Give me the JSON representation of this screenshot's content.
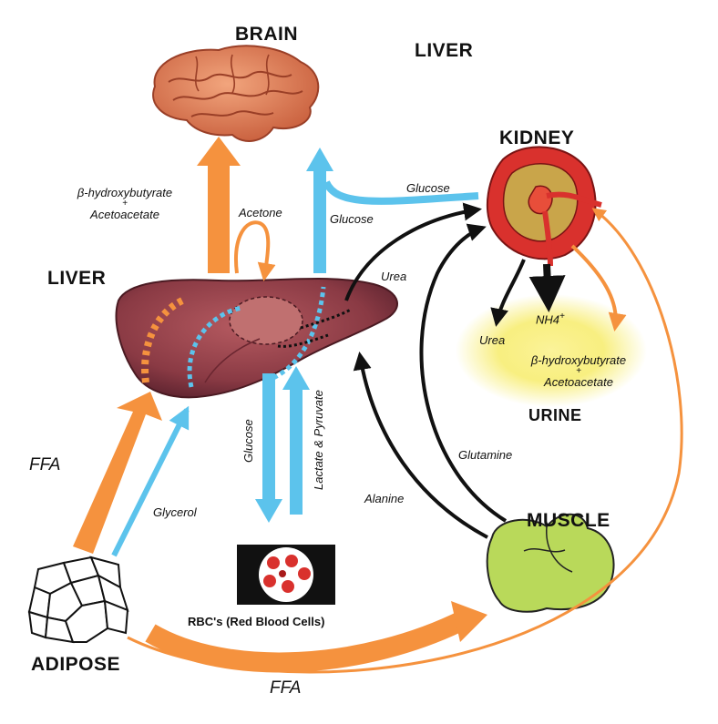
{
  "organs": {
    "brain": "BRAIN",
    "liver_top": "LIVER",
    "kidney": "KIDNEY",
    "liver": "LIVER",
    "urine": "URINE",
    "muscle": "MUSCLE",
    "adipose": "ADIPOSE",
    "rbc": "RBC's (Red Blood Cells)"
  },
  "flows": {
    "ketones_line1": "β-hydroxybutyrate",
    "ketones_plus": "+",
    "ketones_line2": "Acetoacetate",
    "acetone": "Acetone",
    "glucose_to_brain": "Glucose",
    "glucose_from_kidney": "Glucose",
    "urea_to_kidney": "Urea",
    "urea_urine": "Urea",
    "nh4": "NH4",
    "nh4_sup": "+",
    "urine_ketones_line1": "β-hydroxybutyrate",
    "urine_ketones_plus": "+",
    "urine_ketones_line2": "Acetoacetate",
    "glutamine": "Glutamine",
    "alanine": "Alanine",
    "glucose_to_rbc": "Glucose",
    "lactate_pyruvate": "Lactate & Pyruvate",
    "glycerol": "Glycerol",
    "ffa_liver": "FFA",
    "ffa_muscle": "FFA"
  },
  "colors": {
    "orange": "#f5923e",
    "blue": "#5cc3ec",
    "black": "#111111",
    "liver": "#8a3a44",
    "kidney": "#d9312d",
    "muscle": "#b9d95a",
    "brain": "#d9764f",
    "urine_glow": "#f7ec6a"
  },
  "icons": [
    "brain-icon",
    "liver-icon",
    "kidney-icon",
    "muscle-icon",
    "adipose-icon",
    "rbc-icon"
  ]
}
